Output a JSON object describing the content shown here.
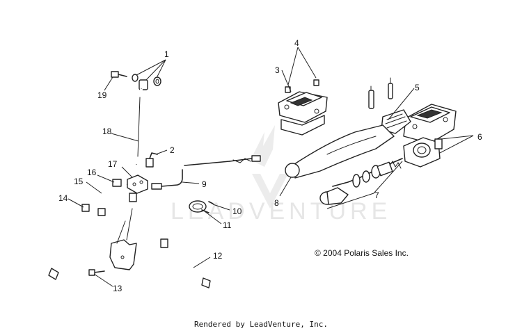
{
  "callouts": [
    {
      "id": "1",
      "text": "1"
    },
    {
      "id": "2",
      "text": "2"
    },
    {
      "id": "3",
      "text": "3"
    },
    {
      "id": "4",
      "text": "4"
    },
    {
      "id": "5",
      "text": "5"
    },
    {
      "id": "6",
      "text": "6"
    },
    {
      "id": "7",
      "text": "7"
    },
    {
      "id": "8",
      "text": "8"
    },
    {
      "id": "9",
      "text": "9"
    },
    {
      "id": "10",
      "text": "10"
    },
    {
      "id": "11",
      "text": "11"
    },
    {
      "id": "12",
      "text": "12"
    },
    {
      "id": "13",
      "text": "13"
    },
    {
      "id": "14",
      "text": "14"
    },
    {
      "id": "15",
      "text": "15"
    },
    {
      "id": "16",
      "text": "16"
    },
    {
      "id": "17",
      "text": "17"
    },
    {
      "id": "18",
      "text": "18"
    },
    {
      "id": "19",
      "text": "19"
    }
  ],
  "copyright": "© 2004 Polaris Sales Inc.",
  "watermark": "LEADVENTURE",
  "footer": "Rendered by LeadVenture, Inc.",
  "colors": {
    "line": "#222222",
    "watermark": "#e6e6e6",
    "background": "#ffffff"
  }
}
